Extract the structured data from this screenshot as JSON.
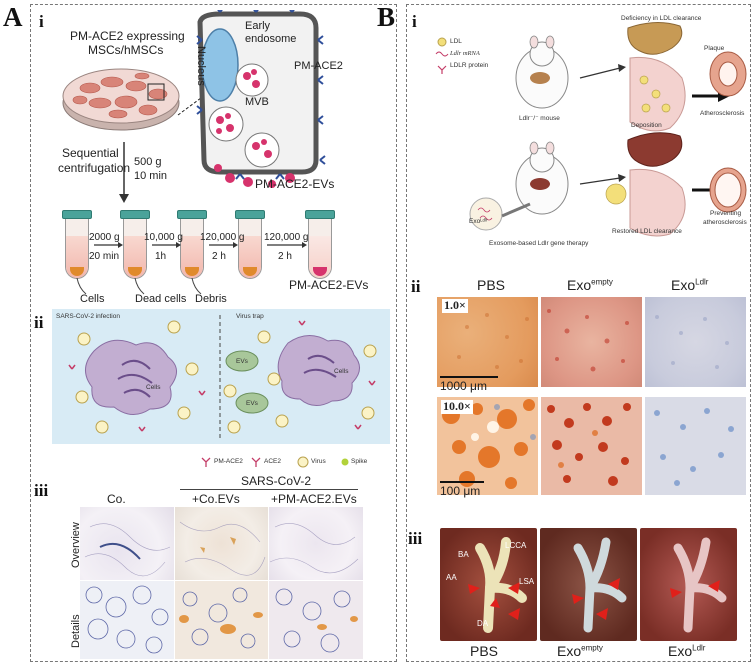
{
  "panelA": {
    "letter": "A",
    "sub_i": "i",
    "sub_ii": "ii",
    "sub_iii": "iii",
    "cell_label_line1": "PM-ACE2 expressing",
    "cell_label_line2": "MSCs/hMSCs",
    "nucleus": "Nucleus",
    "early_endosome_1": "Early",
    "early_endosome_2": "endosome",
    "pm_ace2": "PM-ACE2",
    "mvb": "MVB",
    "pm_ace2_evs_top": "PM-ACE2-EVs",
    "seq_centrifugation_1": "Sequential",
    "seq_centrifugation_2": "centrifugation",
    "g500": "500 g",
    "min10": "10 min",
    "steps": [
      {
        "g": "2000 g",
        "t": "20 min"
      },
      {
        "g": "10,000 g",
        "t": "1h"
      },
      {
        "g": "120,000 g",
        "t": "2 h"
      },
      {
        "g": "120,000 g",
        "t": "2 h"
      }
    ],
    "pellets": [
      "Cells",
      "Dead cells",
      "Debris"
    ],
    "pm_ace2_evs_bottom": "PM-ACE2-EVs",
    "infection_title": "SARS-CoV-2 infection",
    "virus_trap_title": "Virus trap",
    "cells_label": "Cells",
    "evs_label": "EVs",
    "legend": [
      "PM-ACE2",
      "ACE2",
      "Virus",
      "Spike"
    ],
    "sarscov2": "SARS-CoV-2",
    "col_co": "Co.",
    "col_coevs": "+Co.EVs",
    "col_pmevs": "+PM-ACE2.EVs",
    "row_overview": "Overview",
    "row_details": "Details"
  },
  "panelB": {
    "letter": "B",
    "sub_i": "i",
    "sub_ii": "ii",
    "sub_iii": "iii",
    "legend": [
      "LDL",
      "Ldlr mRNA",
      "LDLR protein"
    ],
    "deficiency": "Deficiency in LDL clearance",
    "plaque": "Plaque",
    "ldlr_mouse": "Ldlr⁻/⁻ mouse",
    "deposition": "Deposition",
    "atherosclerosis": "Atherosclerosis",
    "exo_ldlr_small": "Exoᴸᵈˡʳ",
    "gene_therapy": "Exosome-based Ldlr gene therapy",
    "restored": "Restored LDL clearance",
    "preventing_1": "Preventing",
    "preventing_2": "atherosclerosis",
    "col_pbs": "PBS",
    "col_exo": "Exo",
    "sup_empty": "empty",
    "sup_ldlr": "Ldlr",
    "mag1": "1.0×",
    "mag10": "10.0×",
    "scale1": "1000 μm",
    "scale2": "100 μm",
    "vessels": [
      "BA",
      "LCCA",
      "AA",
      "LSA",
      "DA"
    ],
    "bottom_pbs": "PBS",
    "bottom_exo": "Exo"
  },
  "colors": {
    "teal_cap": "#4aa39a",
    "pellet_orange": "#e08a2c",
    "ev_pink": "#d6336c",
    "receptor_blue": "#2f4f9a",
    "lightblue_bg": "#d8ebf5",
    "oil_red": "#e4772a",
    "tissue_red": "#8c2a22",
    "arrow_red": "#e0201a"
  }
}
